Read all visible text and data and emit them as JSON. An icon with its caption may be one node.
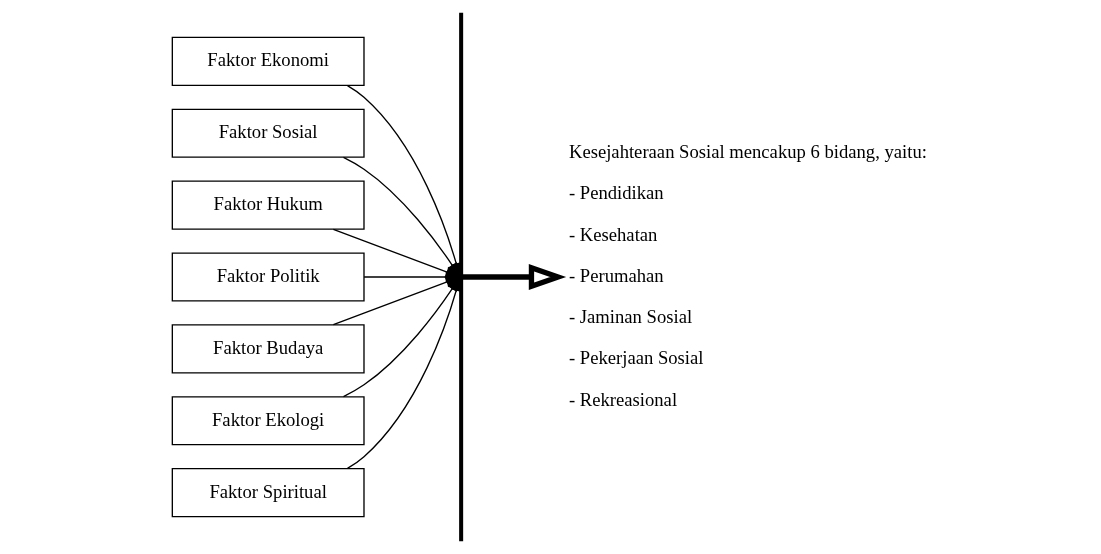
{
  "diagram": {
    "nodes": [
      {
        "text": [
          "Faktor Ekonomi"
        ]
      },
      {
        "text": [
          "Faktor Sosial"
        ]
      },
      {
        "text": [
          "Faktor Hukum"
        ]
      },
      {
        "text": [
          "Faktor Politik"
        ]
      },
      {
        "text": [
          "Faktor Budaya"
        ]
      },
      {
        "text": [
          "Faktor Ekologi"
        ]
      },
      {
        "text": [
          "Faktor Spiritual"
        ]
      },
      {
        "text": [],
        "shape": "bar"
      },
      {
        "text": [
          "Kesejahteraan Sosial mencakup 6 bidang, yaitu:",
          "- Pendidikan",
          "- Kesehatan",
          "- Perumahan",
          "- Jaminan Sosial",
          "- Pekerjaan Sosial",
          "- Rekreasional"
        ]
      }
    ],
    "edges": [
      {
        "from": 0,
        "to": 7,
        "arrow": "to"
      },
      {
        "from": 1,
        "to": 7,
        "arrow": "to"
      },
      {
        "from": 2,
        "to": 7,
        "arrow": "to"
      },
      {
        "from": 3,
        "to": 7,
        "arrow": "to"
      },
      {
        "from": 4,
        "to": 7,
        "arrow": "to"
      },
      {
        "from": 5,
        "to": 7,
        "arrow": "to"
      },
      {
        "from": 6,
        "to": 7,
        "arrow": "to"
      },
      {
        "from": 7,
        "to": 8,
        "arrow": "to",
        "style": "thick"
      }
    ]
  }
}
